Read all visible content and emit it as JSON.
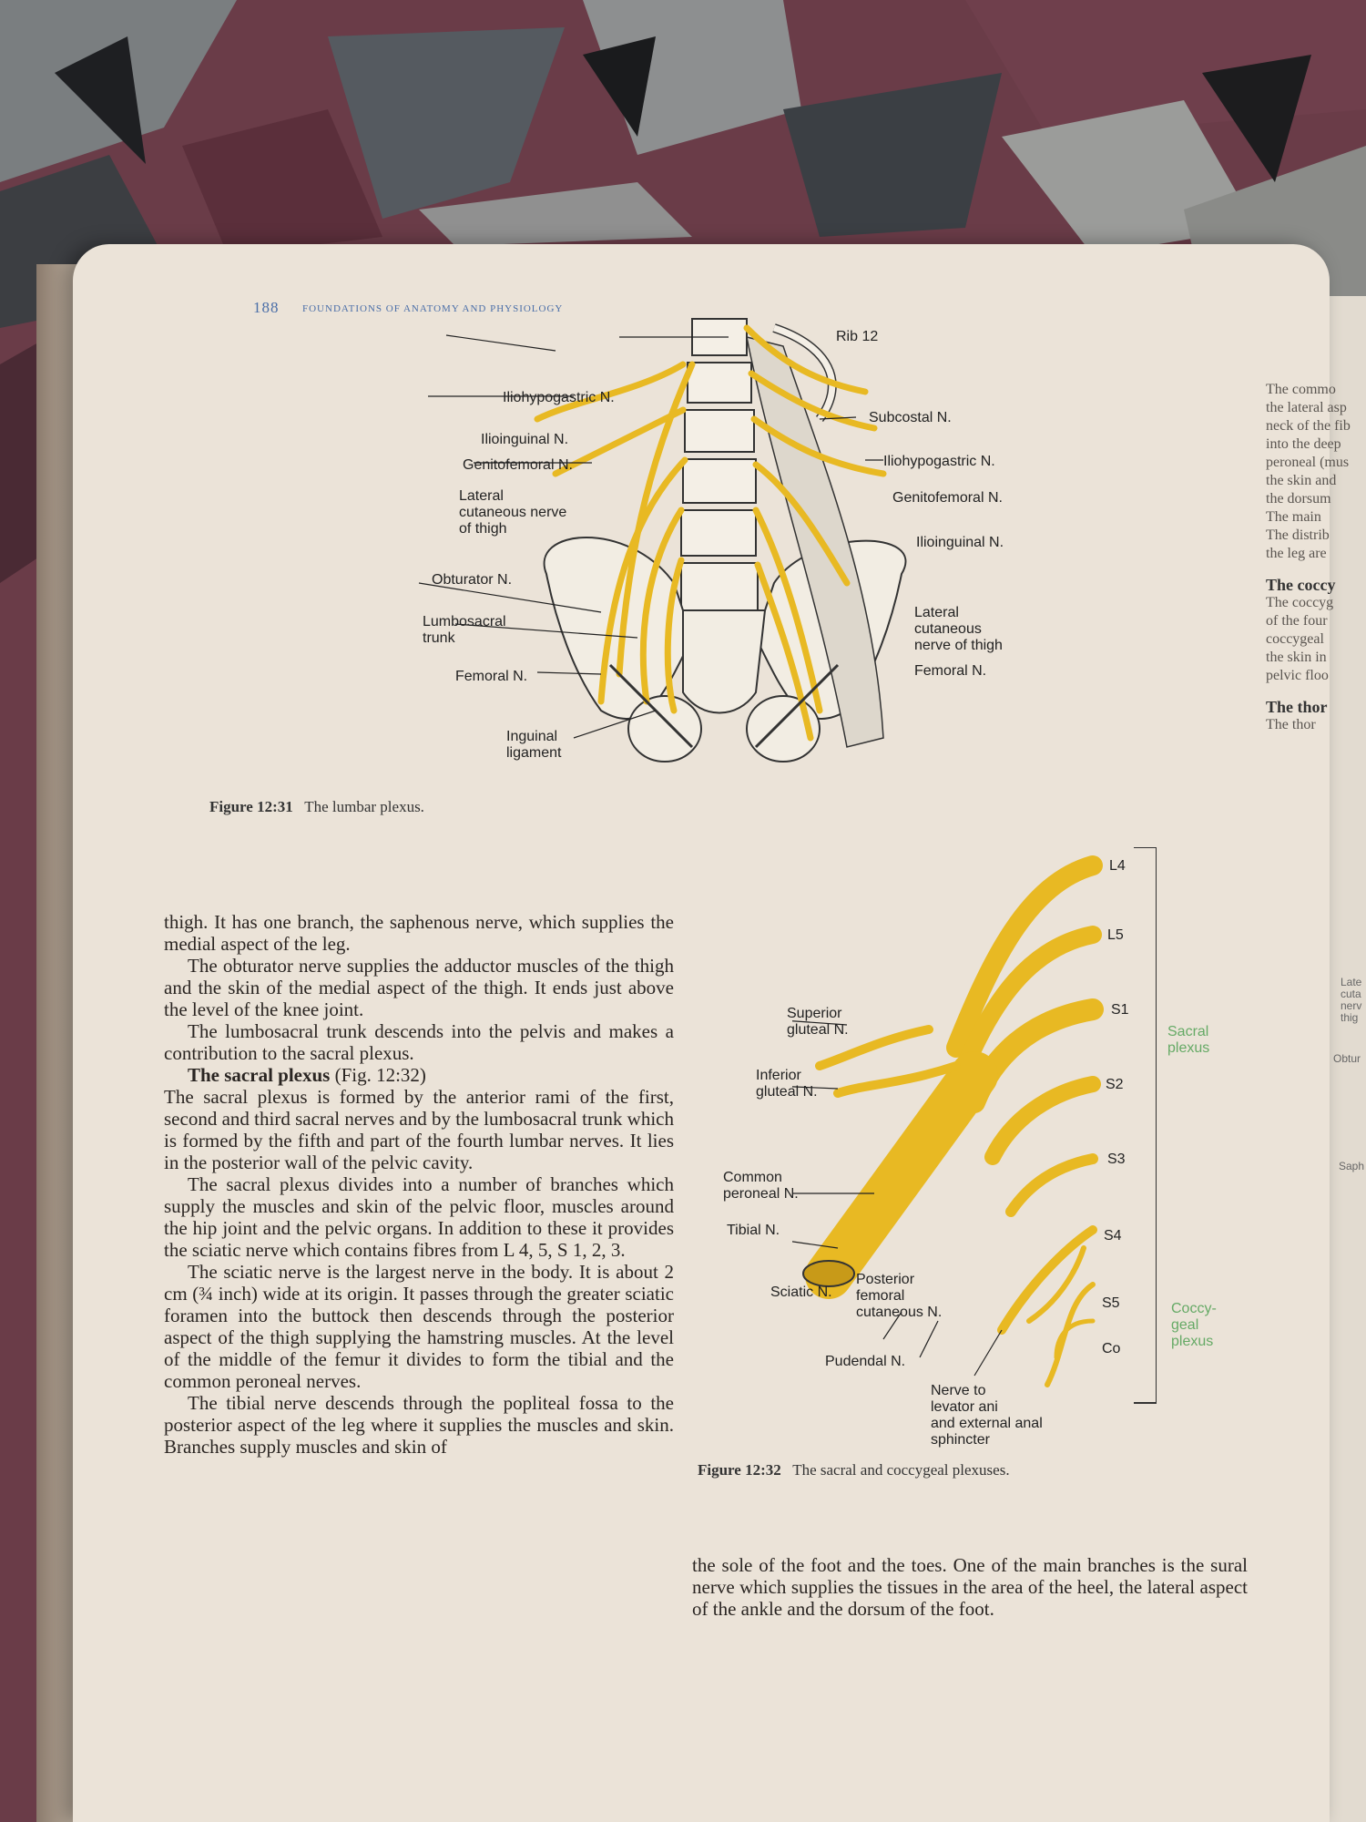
{
  "page_header": {
    "number": "188",
    "title": "FOUNDATIONS OF ANATOMY AND PHYSIOLOGY"
  },
  "figure1": {
    "caption_label": "Figure 12:31",
    "caption_text": "The lumbar plexus.",
    "labels_left": [
      "Iliohypogastric N.",
      "Ilioinguinal N.",
      "Genitofemoral N.",
      "Lateral\ncutaneous nerve\nof thigh",
      "Obturator N.",
      "Lumbosacral\ntrunk",
      "Femoral N.",
      "Inguinal\nligament"
    ],
    "labels_right": [
      "Rib 12",
      "Subcostal N.",
      "Iliohypogastric N.",
      "Genitofemoral N.",
      "Ilioinguinal N.",
      "Lateral\ncutaneous\nnerve of thigh",
      "Femoral N."
    ]
  },
  "figure2": {
    "caption_label": "Figure 12:32",
    "caption_text": "The sacral and coccygeal plexuses.",
    "roots": [
      "L4",
      "L5",
      "S1",
      "S2",
      "S3",
      "S4",
      "S5",
      "Co"
    ],
    "group_labels": [
      "Sacral\nplexus",
      "Coccy-\ngeal\nplexus"
    ],
    "labels_left": [
      "Superior\ngluteal N.",
      "Inferior\ngluteal N.",
      "Common\nperoneal N.",
      "Tibial N.",
      "Sciatic N."
    ],
    "labels_bottom": [
      "Posterior\nfemoral\ncutaneous N.",
      "Pudendal N.",
      "Nerve to\nlevator ani\nand external anal\nsphincter"
    ]
  },
  "body": {
    "p1": "thigh. It has one branch, the saphenous nerve, which supplies the medial aspect of the leg.",
    "p2": "The obturator nerve supplies the adductor muscles of the thigh and the skin of the medial aspect of the thigh. It ends just above the level of the knee joint.",
    "p3": "The lumbosacral trunk descends into the pelvis and makes a contribution to the sacral plexus.",
    "heading": "The sacral plexus",
    "heading_ref": "(Fig. 12:32)",
    "p4": "The sacral plexus is formed by the anterior rami of the first, second and third sacral nerves and by the lumbosacral trunk which is formed by the fifth and part of the fourth lumbar nerves. It lies in the posterior wall of the pelvic cavity.",
    "p5": "The sacral plexus divides into a number of branches which supply the muscles and skin of the pelvic floor, muscles around the hip joint and the pelvic organs. In addition to these it provides the sciatic nerve which contains fibres from L 4, 5, S 1, 2, 3.",
    "p6": "The sciatic nerve is the largest nerve in the body. It is about 2 cm (¾ inch) wide at its origin. It passes through the greater sciatic foramen into the buttock then descends through the posterior aspect of the thigh supplying the hamstring muscles. At the level of the middle of the femur it divides to form the tibial and the common peroneal nerves.",
    "p7": "The tibial nerve descends through the popliteal fossa to the posterior aspect of the leg where it supplies the muscles and skin. Branches supply muscles and skin of",
    "p8": "the sole of the foot and the toes. One of the main branches is the sural nerve which supplies the tissues in the area of the heel, the lateral aspect of the ankle and the dorsum of the foot."
  },
  "right_page": {
    "lines": [
      "The commo",
      "the lateral asp",
      "neck of the fib",
      "into the deep",
      "peroneal (mus",
      "the skin and",
      "the dorsum",
      "The main",
      "The distrib",
      "the leg are"
    ],
    "heading1": "The coccy",
    "lines2": [
      "The coccyg",
      "of the four",
      "coccygeal",
      "the skin in",
      "pelvic floo"
    ],
    "heading2": "The thor",
    "lines3": [
      "The thor"
    ],
    "small_labels": [
      "Late\ncuta\nnerv\nthig",
      "Obtur",
      "Saph"
    ]
  },
  "colors": {
    "nerve": "#e8b923",
    "page": "#ebe3d8",
    "header_blue": "#4a6ea8"
  }
}
